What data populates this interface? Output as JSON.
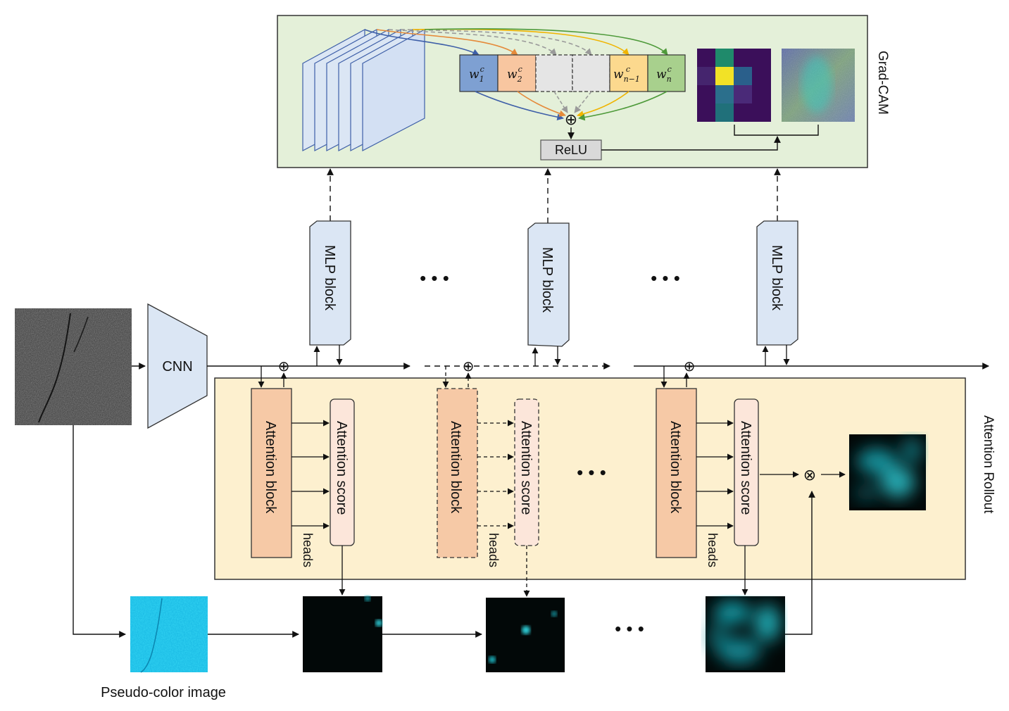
{
  "labels": {
    "cnn": "CNN",
    "mlp_block": "MLP block",
    "attention_block": "Attention block",
    "attention_score": "Attention score",
    "heads": "heads",
    "relu": "ReLU",
    "grad_cam": "Grad-CAM",
    "attention_rollout": "Attention Rollout",
    "pseudo_color_image": "Pseudo-color image",
    "ellipsis": "• • •",
    "plus_op": "⊕",
    "times_op": "⊗"
  },
  "weights": [
    {
      "sym": "w",
      "sub": "1",
      "sup": "c"
    },
    {
      "sym": "w",
      "sub": "2",
      "sup": "c"
    },
    {
      "sym": "w",
      "sub": "n−1",
      "sup": "c"
    },
    {
      "sym": "w",
      "sub": "n",
      "sup": "c"
    }
  ],
  "colors": {
    "gradcam_bg": "#e4f0d9",
    "rollout_bg": "#fdf0cf",
    "block_blue": "#dbe6f4",
    "attention_block": "#f6c9a6",
    "attention_score": "#fce6da",
    "w1": "#7ea0d2",
    "w2": "#f8c6a0",
    "wn1": "#fcd98e",
    "wn": "#a8d08d",
    "relu": "#d9d9d9"
  }
}
